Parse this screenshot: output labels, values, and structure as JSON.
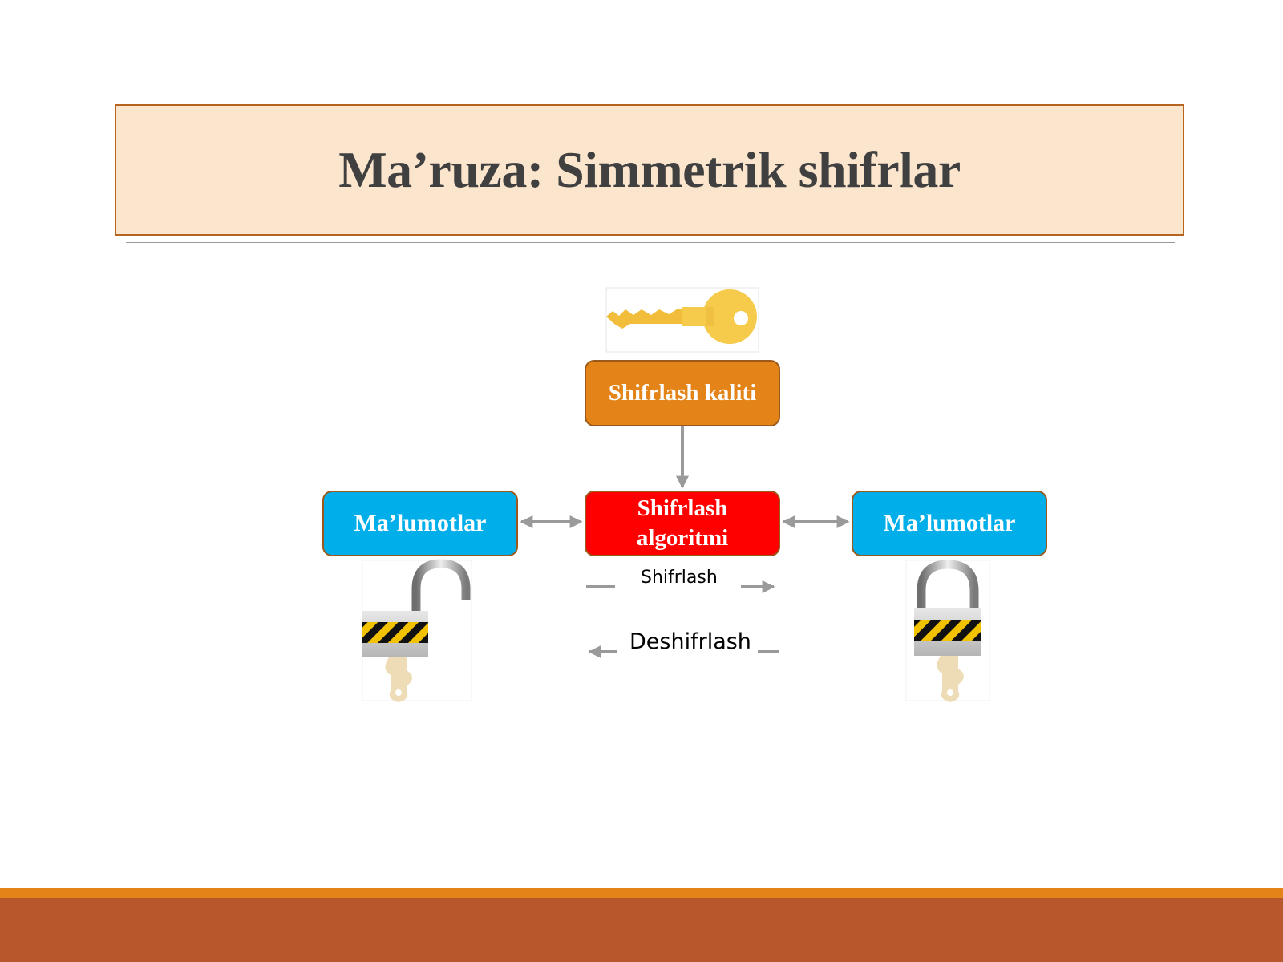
{
  "title": "Ma’ruza: Simmetrik shifrlar",
  "diagram": {
    "key_box": "Shifrlash kaliti",
    "algorithm_box": {
      "line1": "Shifrlash",
      "line2": "algoritmi"
    },
    "data_left": "Ma’lumotlar",
    "data_right": "Ma’lumotlar",
    "encrypt_label": "Shifrlash",
    "decrypt_label": "Deshifrlash"
  },
  "colors": {
    "title_fill": "#fbe5cd",
    "title_border": "#b7651e",
    "key_box": "#e48418",
    "algorithm_box": "#ff0000",
    "data_box": "#00aee9",
    "arrow": "#9a9a9a",
    "footer_accent": "#e48418",
    "footer_band": "#b8562c"
  },
  "icons": [
    "key-icon",
    "open-padlock-icon",
    "closed-padlock-icon"
  ]
}
